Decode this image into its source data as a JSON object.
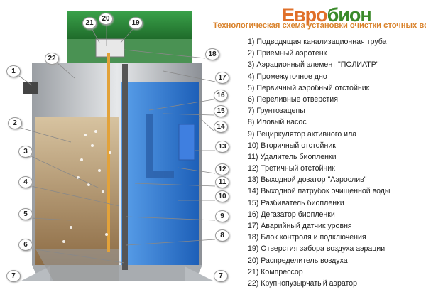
{
  "logo": {
    "part1": "Евро",
    "part2": "бион"
  },
  "subtitle": "Технологическая схема установки очистки сточных вод",
  "legend": [
    "1) Подводящая канализационная труба",
    "2) Приемный аэротенк",
    "3) Аэрационный элемент \"ПОЛИАТР\"",
    "4) Промежуточное дно",
    "5) Первичный аэробный отстойник",
    "6) Переливные отверстия",
    "7) Грунтозацепы",
    "8) Иловый насос",
    "9) Рециркулятор активного ила",
    "10) Вторичный отстойник",
    "11) Удалитель биопленки",
    "12) Третичный отстойник",
    "13) Выходной дозатор  \"Аэрослив\"",
    "14) Выходной патрубок очищенной воды",
    "15) Разбиватель биопленки",
    "16) Дегазатор биопленки",
    "17) Аварийный датчик уровня",
    "18) Блок контроля и подключения",
    "19) Отверстия забора воздуха аэрации",
    "20) Распределитель воздуха",
    "21) Компрессор",
    "22) Крупнопузырчатый аэратор"
  ],
  "callouts": {
    "c1": "1",
    "c2": "2",
    "c3": "3",
    "c4": "4",
    "c5": "5",
    "c6": "6",
    "c7a": "7",
    "c7b": "7",
    "c8": "8",
    "c9": "9",
    "c10": "10",
    "c11": "11",
    "c12": "12",
    "c13": "13",
    "c14": "14",
    "c15": "15",
    "c16": "16",
    "c17": "17",
    "c18": "18",
    "c19": "19",
    "c20": "20",
    "c21": "21",
    "c22": "22"
  },
  "colors": {
    "brand_orange": "#e0702a",
    "brand_green": "#3a8a2a",
    "lid": "#2f8f3a",
    "sludge": "#b89a70",
    "water": "#3d86d8"
  }
}
